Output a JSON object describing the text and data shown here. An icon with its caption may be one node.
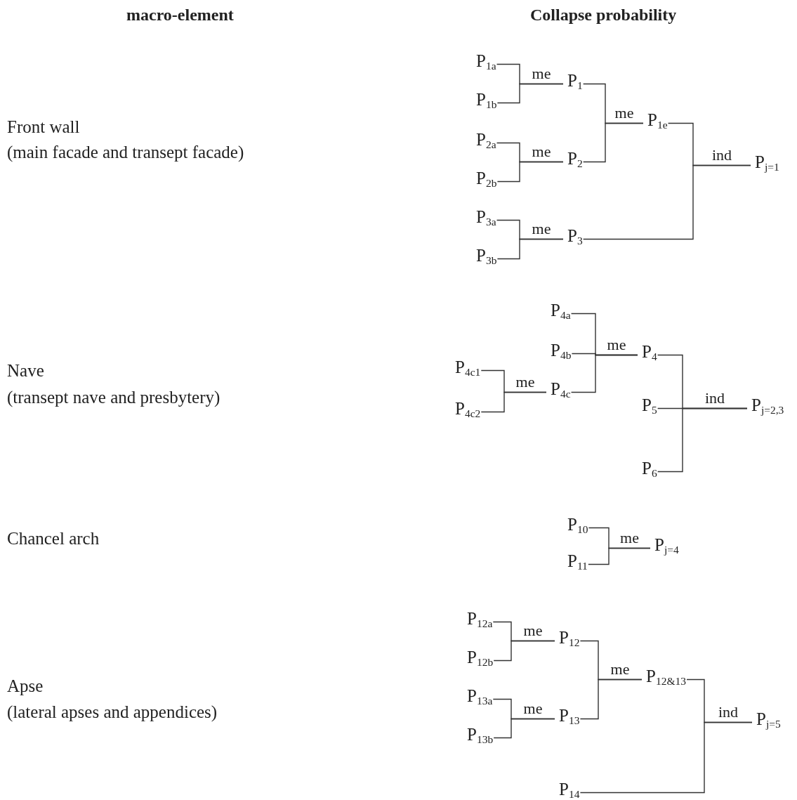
{
  "diagram": {
    "nodes": [
      {
        "text": [
          "P$_{1a}$"
        ]
      },
      {
        "text": [
          "P$_{1b}$"
        ]
      },
      {
        "text": [
          "P$_{1}$"
        ]
      },
      {
        "text": [
          "P$_{2a}$"
        ]
      },
      {
        "text": [
          "P$_{2b}$"
        ]
      },
      {
        "text": [
          "P$_{2}$"
        ]
      },
      {
        "text": [
          "P$_{1e}$"
        ]
      },
      {
        "text": [
          "P$_{3a}$"
        ]
      },
      {
        "text": [
          "P$_{3b}$"
        ]
      },
      {
        "text": [
          "P$_{3}$"
        ]
      },
      {
        "text": [
          "P$_{j=1}$"
        ]
      },
      {
        "text": [
          "P$_{4a}$"
        ]
      },
      {
        "text": [
          "P$_{4b}$"
        ]
      },
      {
        "text": [
          "P$_{4c}$"
        ]
      },
      {
        "text": [
          "P$_{4c1}$"
        ]
      },
      {
        "text": [
          "P$_{4c2}$"
        ]
      },
      {
        "text": [
          "P$_{4}$"
        ]
      },
      {
        "text": [
          "P$_{5}$"
        ]
      },
      {
        "text": [
          "P$_{6}$"
        ]
      },
      {
        "text": [
          "P$_{j=2,3}$"
        ]
      },
      {
        "text": [
          "P$_{10}$"
        ]
      },
      {
        "text": [
          "P$_{11}$"
        ]
      },
      {
        "text": [
          "P$_{j=4}$"
        ]
      },
      {
        "text": [
          "P$_{12a}$"
        ]
      },
      {
        "text": [
          "P$_{12b}$"
        ]
      },
      {
        "text": [
          "P$_{12}$"
        ]
      },
      {
        "text": [
          "P$_{13a}$"
        ]
      },
      {
        "text": [
          "P$_{13b}$"
        ]
      },
      {
        "text": [
          "P$_{13}$"
        ]
      },
      {
        "text": [
          "P$_{12&13}$"
        ]
      },
      {
        "text": [
          "P$_{j=5}$"
        ]
      },
      {
        "text": [
          "P$_{14}$"
        ]
      }
    ],
    "edges": [
      {
        "from": 0,
        "to": 2,
        "arrow": "none",
        "label": "me"
      },
      {
        "from": 1,
        "to": 2,
        "arrow": "none"
      },
      {
        "from": 3,
        "to": 5,
        "arrow": "none",
        "label": "me"
      },
      {
        "from": 4,
        "to": 5,
        "arrow": "none"
      },
      {
        "from": 2,
        "to": 6,
        "arrow": "none",
        "label": "me"
      },
      {
        "from": 5,
        "to": 6,
        "arrow": "none"
      },
      {
        "from": 7,
        "to": 9,
        "arrow": "none",
        "label": "me"
      },
      {
        "from": 8,
        "to": 9,
        "arrow": "none"
      },
      {
        "from": 6,
        "to": 10,
        "arrow": "none",
        "label": "ind"
      },
      {
        "from": 9,
        "to": 10,
        "arrow": "none"
      },
      {
        "from": 14,
        "to": 13,
        "arrow": "none",
        "label": "me"
      },
      {
        "from": 15,
        "to": 13,
        "arrow": "none"
      },
      {
        "from": 11,
        "to": 16,
        "arrow": "none"
      },
      {
        "from": 12,
        "to": 16,
        "arrow": "none",
        "label": "me"
      },
      {
        "from": 13,
        "to": 16,
        "arrow": "none"
      },
      {
        "from": 16,
        "to": 19,
        "arrow": "none"
      },
      {
        "from": 17,
        "to": 19,
        "arrow": "none",
        "label": "ind"
      },
      {
        "from": 18,
        "to": 19,
        "arrow": "none"
      },
      {
        "from": 20,
        "to": 22,
        "arrow": "none",
        "label": "me"
      },
      {
        "from": 21,
        "to": 22,
        "arrow": "none"
      },
      {
        "from": 23,
        "to": 25,
        "arrow": "none",
        "label": "me"
      },
      {
        "from": 24,
        "to": 25,
        "arrow": "none"
      },
      {
        "from": 26,
        "to": 28,
        "arrow": "none",
        "label": "me"
      },
      {
        "from": 27,
        "to": 28,
        "arrow": "none"
      },
      {
        "from": 25,
        "to": 29,
        "arrow": "none",
        "label": "me"
      },
      {
        "from": 28,
        "to": 29,
        "arrow": "none"
      },
      {
        "from": 29,
        "to": 30,
        "arrow": "none",
        "label": "ind"
      },
      {
        "from": 31,
        "to": 30,
        "arrow": "none"
      }
    ],
    "labels": [
      "macro-element",
      "Collapse probability",
      "Front wall",
      "(main facade and transept facade)",
      "Nave",
      "(transept nave and presbytery)",
      "Chancel arch",
      "Apse",
      "(lateral apses and appendices)"
    ]
  }
}
